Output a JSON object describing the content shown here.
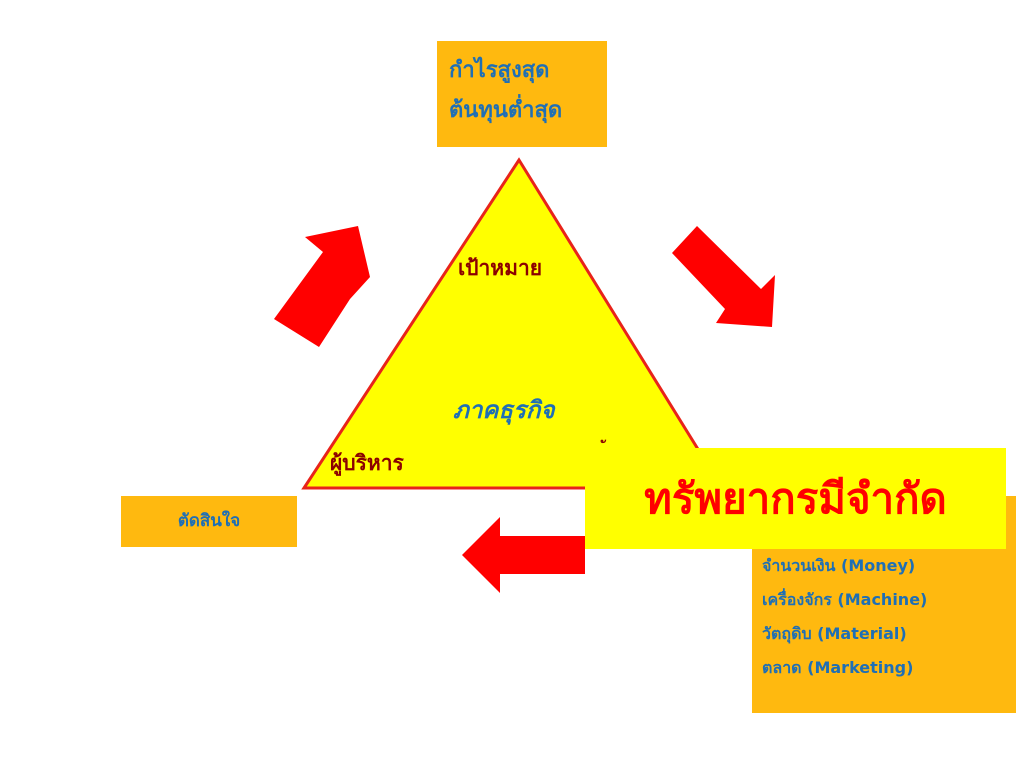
{
  "colors": {
    "box": "#FFB90F",
    "triangle_fill": "#FFFF00",
    "triangle_stroke": "#FF0000",
    "arrow": "#FF0000",
    "text_blue": "#1f6fb5",
    "text_red": "#8b0000"
  },
  "top_box": {
    "lines": [
      "กำไรสูงสุด",
      "ต้นทุนต่ำสุด"
    ]
  },
  "triangle": {
    "goal": "เป้าหมาย",
    "center": "ภาคธุรกิจ",
    "manager": "ผู้บริหาร",
    "partial_mark": "ั"
  },
  "left_box": {
    "label": "ตัดสินใจ"
  },
  "resources": {
    "title": "ทรัพยากรมีจำกัด",
    "items": [
      "จำนวนเงิน (Money)",
      "เครื่องจักร (Machine)",
      "วัตถุดิบ (Material)",
      "ตลาด (Marketing)"
    ]
  }
}
